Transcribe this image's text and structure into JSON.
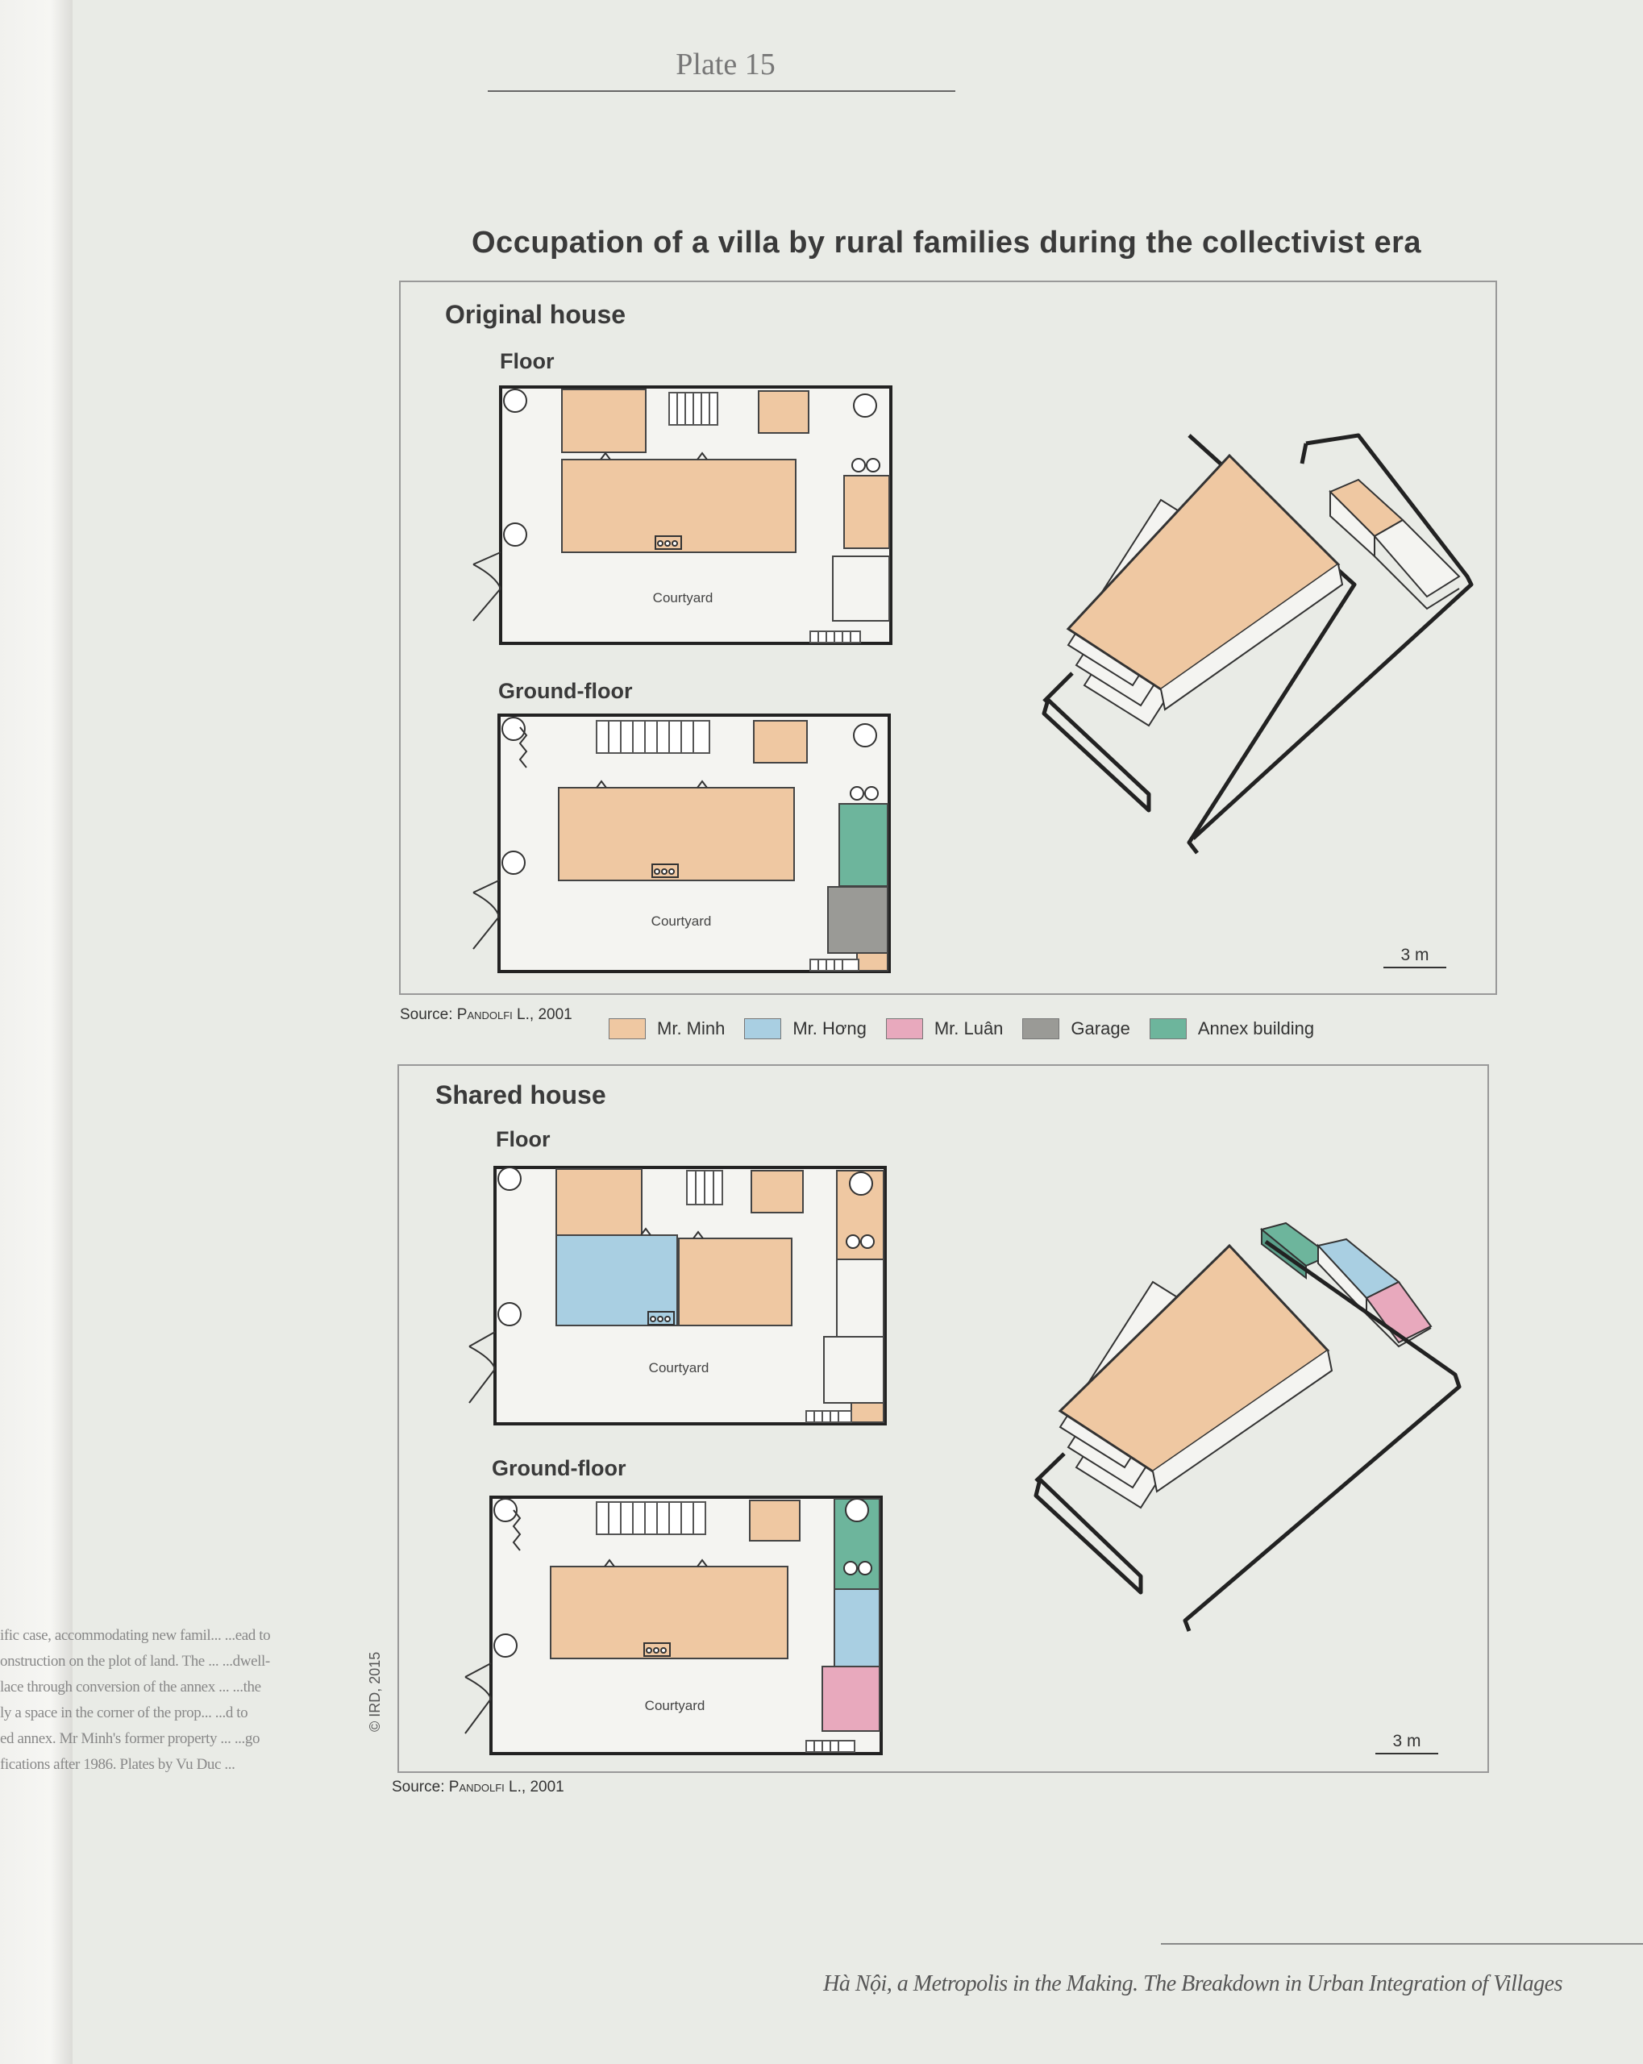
{
  "plate_label": "Plate 15",
  "title": "Occupation of a villa by rural families during the collectivist era",
  "original": {
    "heading": "Original house",
    "floor_label": "Floor",
    "ground_label": "Ground-floor",
    "courtyard": "Courtyard",
    "source_prefix": "Source: ",
    "source_author": "Pandolfi L.",
    "source_year": ", 2001",
    "scale": "3 m"
  },
  "legend": [
    {
      "label": "Mr. Minh",
      "color": "#efc8a2"
    },
    {
      "label": "Mr. Hơng",
      "color": "#a9cfe2"
    },
    {
      "label": "Mr. Luân",
      "color": "#e8a9bd"
    },
    {
      "label": "Garage",
      "color": "#9a9a96"
    },
    {
      "label": "Annex building",
      "color": "#6db59c"
    }
  ],
  "shared": {
    "heading": "Shared house",
    "floor_label": "Floor",
    "ground_label": "Ground-floor",
    "courtyard": "Courtyard",
    "source_prefix": "Source: ",
    "source_author": "Pandolfi L.",
    "source_year": ", 2001",
    "scale": "3 m"
  },
  "copyright": "© IRD, 2015",
  "side_text": [
    "ific case, accommodating new famil... ...ead to",
    "onstruction on the plot of land. The ... ...dwell-",
    "lace through conversion of the annex ... ...the",
    "ly a space in the corner of the prop... ...d to",
    "ed annex. Mr Minh's former property ... ...go",
    "fications after 1986. Plates by Vu Duc ..."
  ],
  "footer": "Hà Nội, a Metropolis in the Making. The Breakdown in Urban Integration of Villages"
}
